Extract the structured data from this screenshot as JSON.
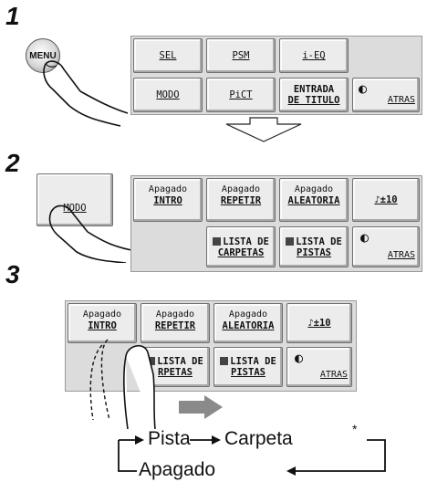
{
  "steps": {
    "s1": "1",
    "s2": "2",
    "s3": "3"
  },
  "menu_button": "MENU",
  "step1": {
    "row1": [
      "SEL",
      "PSM",
      "i-EQ"
    ],
    "row2": [
      "MODO",
      "PiCT"
    ],
    "entrada": {
      "line1": "ENTRADA",
      "line2": "DE TITULO"
    },
    "back": "ATRAS"
  },
  "step2": {
    "modo": "MODO",
    "intro": {
      "sub": "Apagado",
      "main": "INTRO"
    },
    "repetir": {
      "sub": "Apagado",
      "main": "REPETIR"
    },
    "aleatoria": {
      "sub": "Apagado",
      "main": "ALEATORIA"
    },
    "skip": "♪±10",
    "lista_carpetas": {
      "line1": "LISTA DE",
      "line2": "CARPETAS"
    },
    "lista_pistas": {
      "line1": "LISTA DE",
      "line2": "PISTAS"
    },
    "back": "ATRAS"
  },
  "step3": {
    "intro": {
      "sub": "Apagado",
      "main": "INTRO"
    },
    "repetir": {
      "sub": "Apagado",
      "main": "REPETIR"
    },
    "aleatoria": {
      "sub": "Apagado",
      "main": "ALEATORIA"
    },
    "skip": "♪±10",
    "lista_carpetas": {
      "line1": "LISTA DE",
      "line2": "RPETAS"
    },
    "lista_pistas": {
      "line1": "LISTA DE",
      "line2": "PISTAS"
    },
    "back": "ATRAS"
  },
  "cycle": {
    "pista": "Pista",
    "carpeta": "Carpeta",
    "asterisk": "*",
    "apagado": "Apagado"
  }
}
